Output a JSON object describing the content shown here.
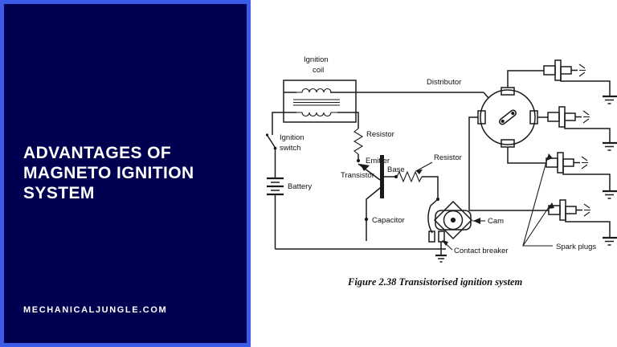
{
  "promo": {
    "title": "Advantages of Magneto Ignition System",
    "site": "MECHANICALJUNGLE.COM",
    "colors": {
      "panel_background": "#000050",
      "frame_border": "#3b5be8",
      "title_text": "#ffffff",
      "site_text": "#ffffff"
    }
  },
  "diagram": {
    "caption": "Figure 2.38 Transistorised ignition system",
    "background": "#ffffff",
    "ink": "#1a1a1a",
    "labels": {
      "ignition_coil_line1": "Ignition",
      "ignition_coil_line2": "coil",
      "ignition_switch_line1": "Ignition",
      "ignition_switch_line2": "switch",
      "battery": "Battery",
      "resistor_top": "Resistor",
      "emitter": "Emitter",
      "transistor": "Transistor",
      "base": "Base",
      "resistor_base": "Resistor",
      "capacitor": "Capacitor",
      "cam": "Cam",
      "contact_breaker": "Contact breaker",
      "distributor": "Distributor",
      "spark_plugs": "Spark plugs"
    },
    "components": [
      "ignition-coil",
      "ignition-switch",
      "battery",
      "resistor-top",
      "transistor",
      "resistor-base",
      "capacitor",
      "cam",
      "contact-breaker",
      "distributor",
      "spark-plug-1",
      "spark-plug-2",
      "spark-plug-3",
      "spark-plug-4",
      "ground-1",
      "ground-2",
      "ground-3",
      "ground-4",
      "ground-breaker"
    ]
  }
}
